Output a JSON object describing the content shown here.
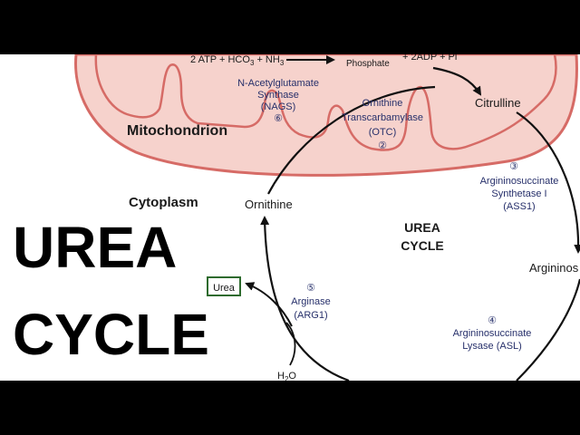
{
  "title": {
    "line1": "UREA",
    "line2": "CYCLE"
  },
  "regions": {
    "mitochondrion": "Mitochondrion",
    "cytoplasm": "Cytoplasm",
    "cycle_center_line1": "UREA",
    "cycle_center_line2": "CYCLE"
  },
  "reaction_top": {
    "substrates": "2 ATP + HCO",
    "sub3": "3",
    "plus_nh": " + NH",
    "products_phosphate": "Phosphate",
    "products_rest": "+ 2ADP + Pi"
  },
  "metabolites": {
    "citrulline": "Citrulline",
    "ornithine": "Ornithine",
    "argininosuccinate": "Argininos",
    "urea": "Urea",
    "water": "H",
    "water_sub": "2",
    "water_o": "O"
  },
  "enzymes": {
    "nags": {
      "line1": "N-Acetylglutamate",
      "line2": "Synthase",
      "line3": "(NAGS)",
      "step": "⑥"
    },
    "otc": {
      "line1": "Ornithine",
      "line2": "Transcarbamylase",
      "line3": "(OTC)",
      "step": "②"
    },
    "ass": {
      "step": "③",
      "line1": "Argininosuccinate",
      "line2": "Synthetase I",
      "line3": "(ASS1)"
    },
    "asl": {
      "step": "④",
      "line1": "Argininosuccinate",
      "line2": "Lysase (ASL)"
    },
    "arg": {
      "step": "⑤",
      "line1": "Arginase",
      "line2": "(ARG1)"
    }
  },
  "colors": {
    "membrane_fill": "#f6d2cc",
    "membrane_stroke": "#d66b66",
    "enzyme_text": "#27306b",
    "urea_box": "#2e6b2e",
    "letterbox": "#000000"
  }
}
